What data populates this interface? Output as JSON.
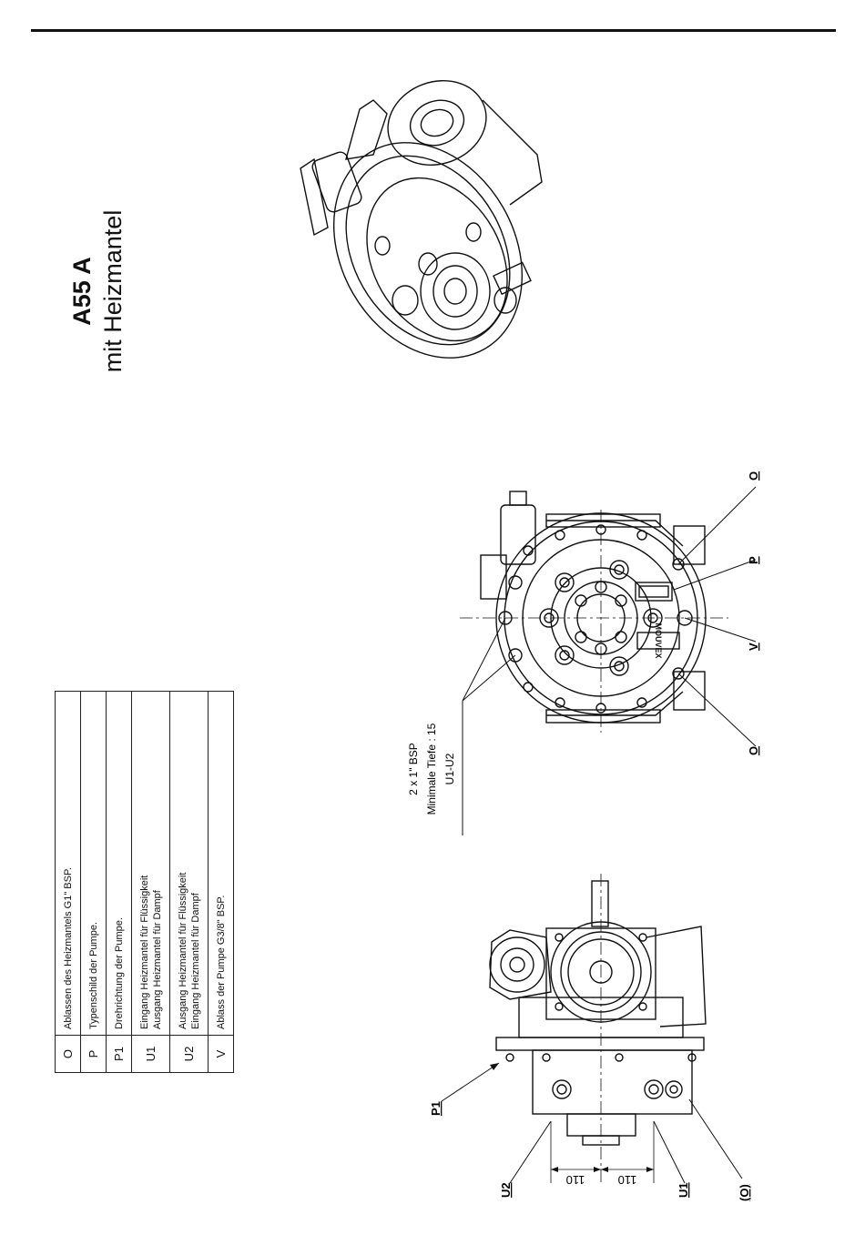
{
  "title": {
    "model": "A55 A",
    "subtitle": "mit Heizmantel"
  },
  "legend": [
    {
      "code": "O",
      "lines": [
        "Ablassen des Heizmantels G1\" BSP."
      ]
    },
    {
      "code": "P",
      "lines": [
        "Typenschild der Pumpe."
      ]
    },
    {
      "code": "P1",
      "lines": [
        "Drehrichtung der Pumpe."
      ]
    },
    {
      "code": "U1",
      "lines": [
        "Eingang Heizmantel für Flüssigkeit",
        "Ausgang Heizmantel für Dampf"
      ]
    },
    {
      "code": "U2",
      "lines": [
        "Ausgang Heizmantel für Flüssigkeit",
        "Eingang Heizmantel für Dampf"
      ]
    },
    {
      "code": "V",
      "lines": [
        "Ablass der Pumpe G3/8\" BSP."
      ]
    }
  ],
  "front_view": {
    "callouts": {
      "o_top": "O",
      "p": "P",
      "v": "V",
      "o_bottom": "O"
    },
    "note": {
      "line1": "2 x 1\" BSP",
      "line2": "Minimale Tiefe : 15",
      "line3": "U1-U2"
    },
    "brand": "MOUVEX"
  },
  "side_view": {
    "callouts": {
      "p1": "P1",
      "u2": "U2",
      "u1": "U1",
      "o_paren": "(O)"
    },
    "dim_left": "110",
    "dim_right": "110"
  }
}
